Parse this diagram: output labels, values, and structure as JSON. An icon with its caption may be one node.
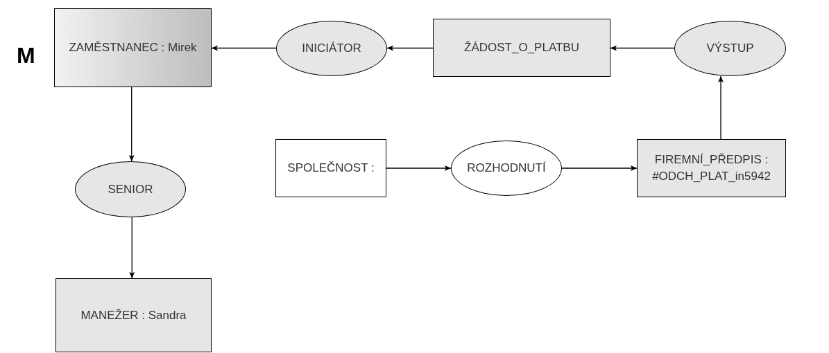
{
  "diagram": {
    "nodes": [
      {
        "text": [
          "ZAMĚSTNANEC : Mirek"
        ]
      },
      {
        "text": [
          "INICIÁTOR"
        ]
      },
      {
        "text": [
          "ŽÁDOST_O_PLATBU"
        ]
      },
      {
        "text": [
          "VÝSTUP"
        ]
      },
      {
        "text": [
          "SENIOR"
        ]
      },
      {
        "text": [
          "MANEŽER : Sandra"
        ]
      },
      {
        "text": [
          "SPOLEČNOST :"
        ]
      },
      {
        "text": [
          "ROZHODNUTÍ"
        ]
      },
      {
        "text": [
          "FIREMNÍ_PŘEDPIS : #ODCH_PLAT_in5942"
        ]
      }
    ],
    "edges": [
      {
        "from": 3,
        "to": 2,
        "arrow": "to"
      },
      {
        "from": 2,
        "to": 1,
        "arrow": "to"
      },
      {
        "from": 1,
        "to": 0,
        "arrow": "to"
      },
      {
        "from": 0,
        "to": 4,
        "arrow": "to"
      },
      {
        "from": 4,
        "to": 5,
        "arrow": "to"
      },
      {
        "from": 6,
        "to": 7,
        "arrow": "to"
      },
      {
        "from": 7,
        "to": 8,
        "arrow": "to"
      },
      {
        "from": 8,
        "to": 3,
        "arrow": "to"
      }
    ],
    "labels": [
      "M"
    ]
  }
}
